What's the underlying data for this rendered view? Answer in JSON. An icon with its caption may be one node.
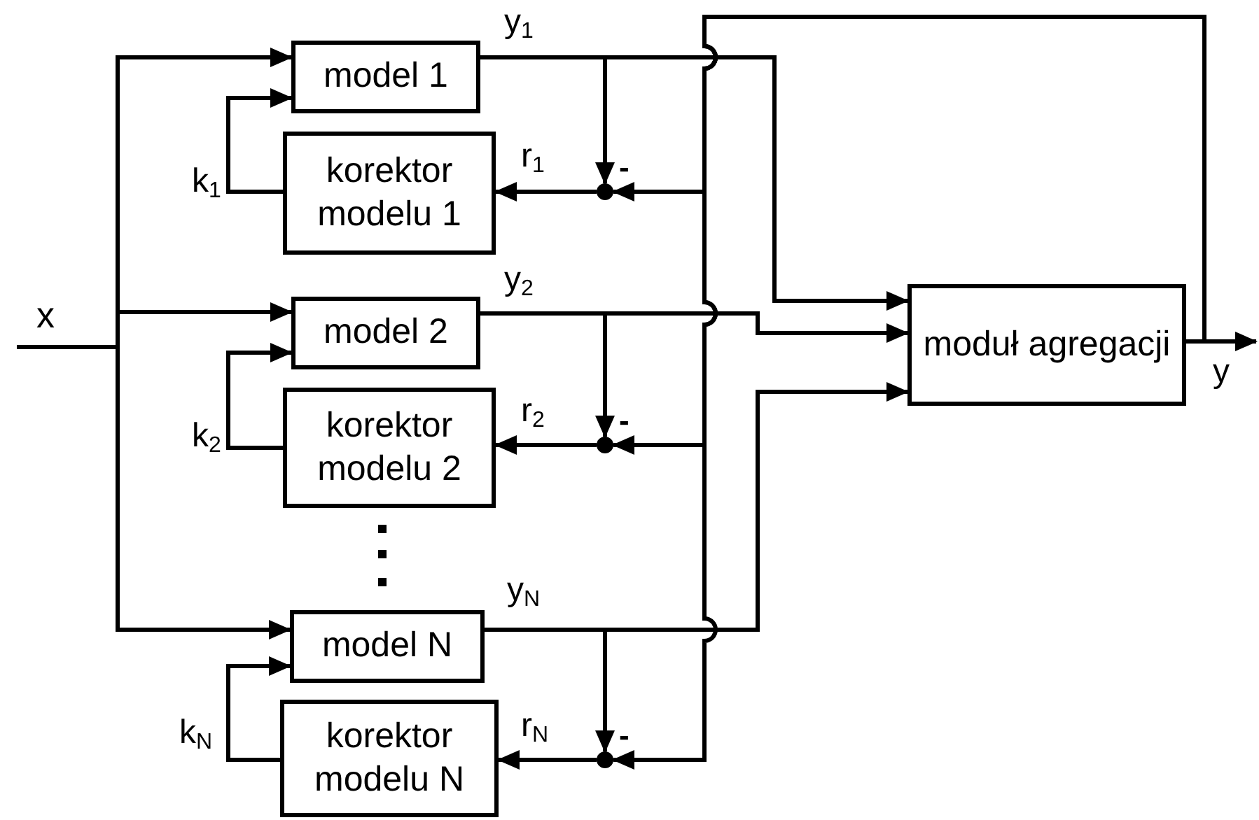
{
  "diagram": {
    "nodes": [
      {
        "text": [
          "model 1"
        ]
      },
      {
        "text": [
          "korektor modelu 1"
        ]
      },
      {
        "text": [
          "model 2"
        ]
      },
      {
        "text": [
          "korektor modelu 2"
        ]
      },
      {
        "text": [
          "model N"
        ]
      },
      {
        "text": [
          "korektor modelu N"
        ]
      },
      {
        "text": [
          "moduł agregacji"
        ]
      },
      {
        "text": [],
        "shape": "circle",
        "beside": [
          "-"
        ]
      },
      {
        "text": [],
        "shape": "circle",
        "beside": [
          "-"
        ]
      },
      {
        "text": [],
        "shape": "circle",
        "beside": [
          "-"
        ]
      }
    ],
    "edges": [
      {
        "from": null,
        "to": 0,
        "arrow": "to"
      },
      {
        "from": null,
        "to": 2,
        "arrow": "to"
      },
      {
        "from": null,
        "to": 4,
        "arrow": "to"
      },
      {
        "from": 1,
        "to": 0,
        "arrow": "to",
        "label": "k$_{1}$"
      },
      {
        "from": 3,
        "to": 2,
        "arrow": "to",
        "label": "k$_{2}$"
      },
      {
        "from": 5,
        "to": 4,
        "arrow": "to",
        "label": "k$_{N}$"
      },
      {
        "from": 0,
        "to": 6,
        "arrow": "to",
        "label": "y$_{1}$"
      },
      {
        "from": 2,
        "to": 6,
        "arrow": "to",
        "label": "y$_{2}$"
      },
      {
        "from": 4,
        "to": 6,
        "arrow": "to",
        "label": "y$_{N}$"
      },
      {
        "from": 0,
        "to": 7,
        "arrow": "to"
      },
      {
        "from": 7,
        "to": 1,
        "arrow": "to",
        "label": "r$_{1}$"
      },
      {
        "from": 2,
        "to": 8,
        "arrow": "to"
      },
      {
        "from": 8,
        "to": 3,
        "arrow": "to",
        "label": "r$_{2}$"
      },
      {
        "from": 4,
        "to": 9,
        "arrow": "to"
      },
      {
        "from": 9,
        "to": 5,
        "arrow": "to",
        "label": "r$_{N}$"
      },
      {
        "from": 6,
        "to": null,
        "arrow": "to",
        "label": "y"
      },
      {
        "from": 6,
        "to": 7,
        "arrow": "to"
      },
      {
        "from": 6,
        "to": 8,
        "arrow": "to"
      },
      {
        "from": 6,
        "to": 9,
        "arrow": "to"
      }
    ],
    "labels": [
      "x"
    ]
  }
}
